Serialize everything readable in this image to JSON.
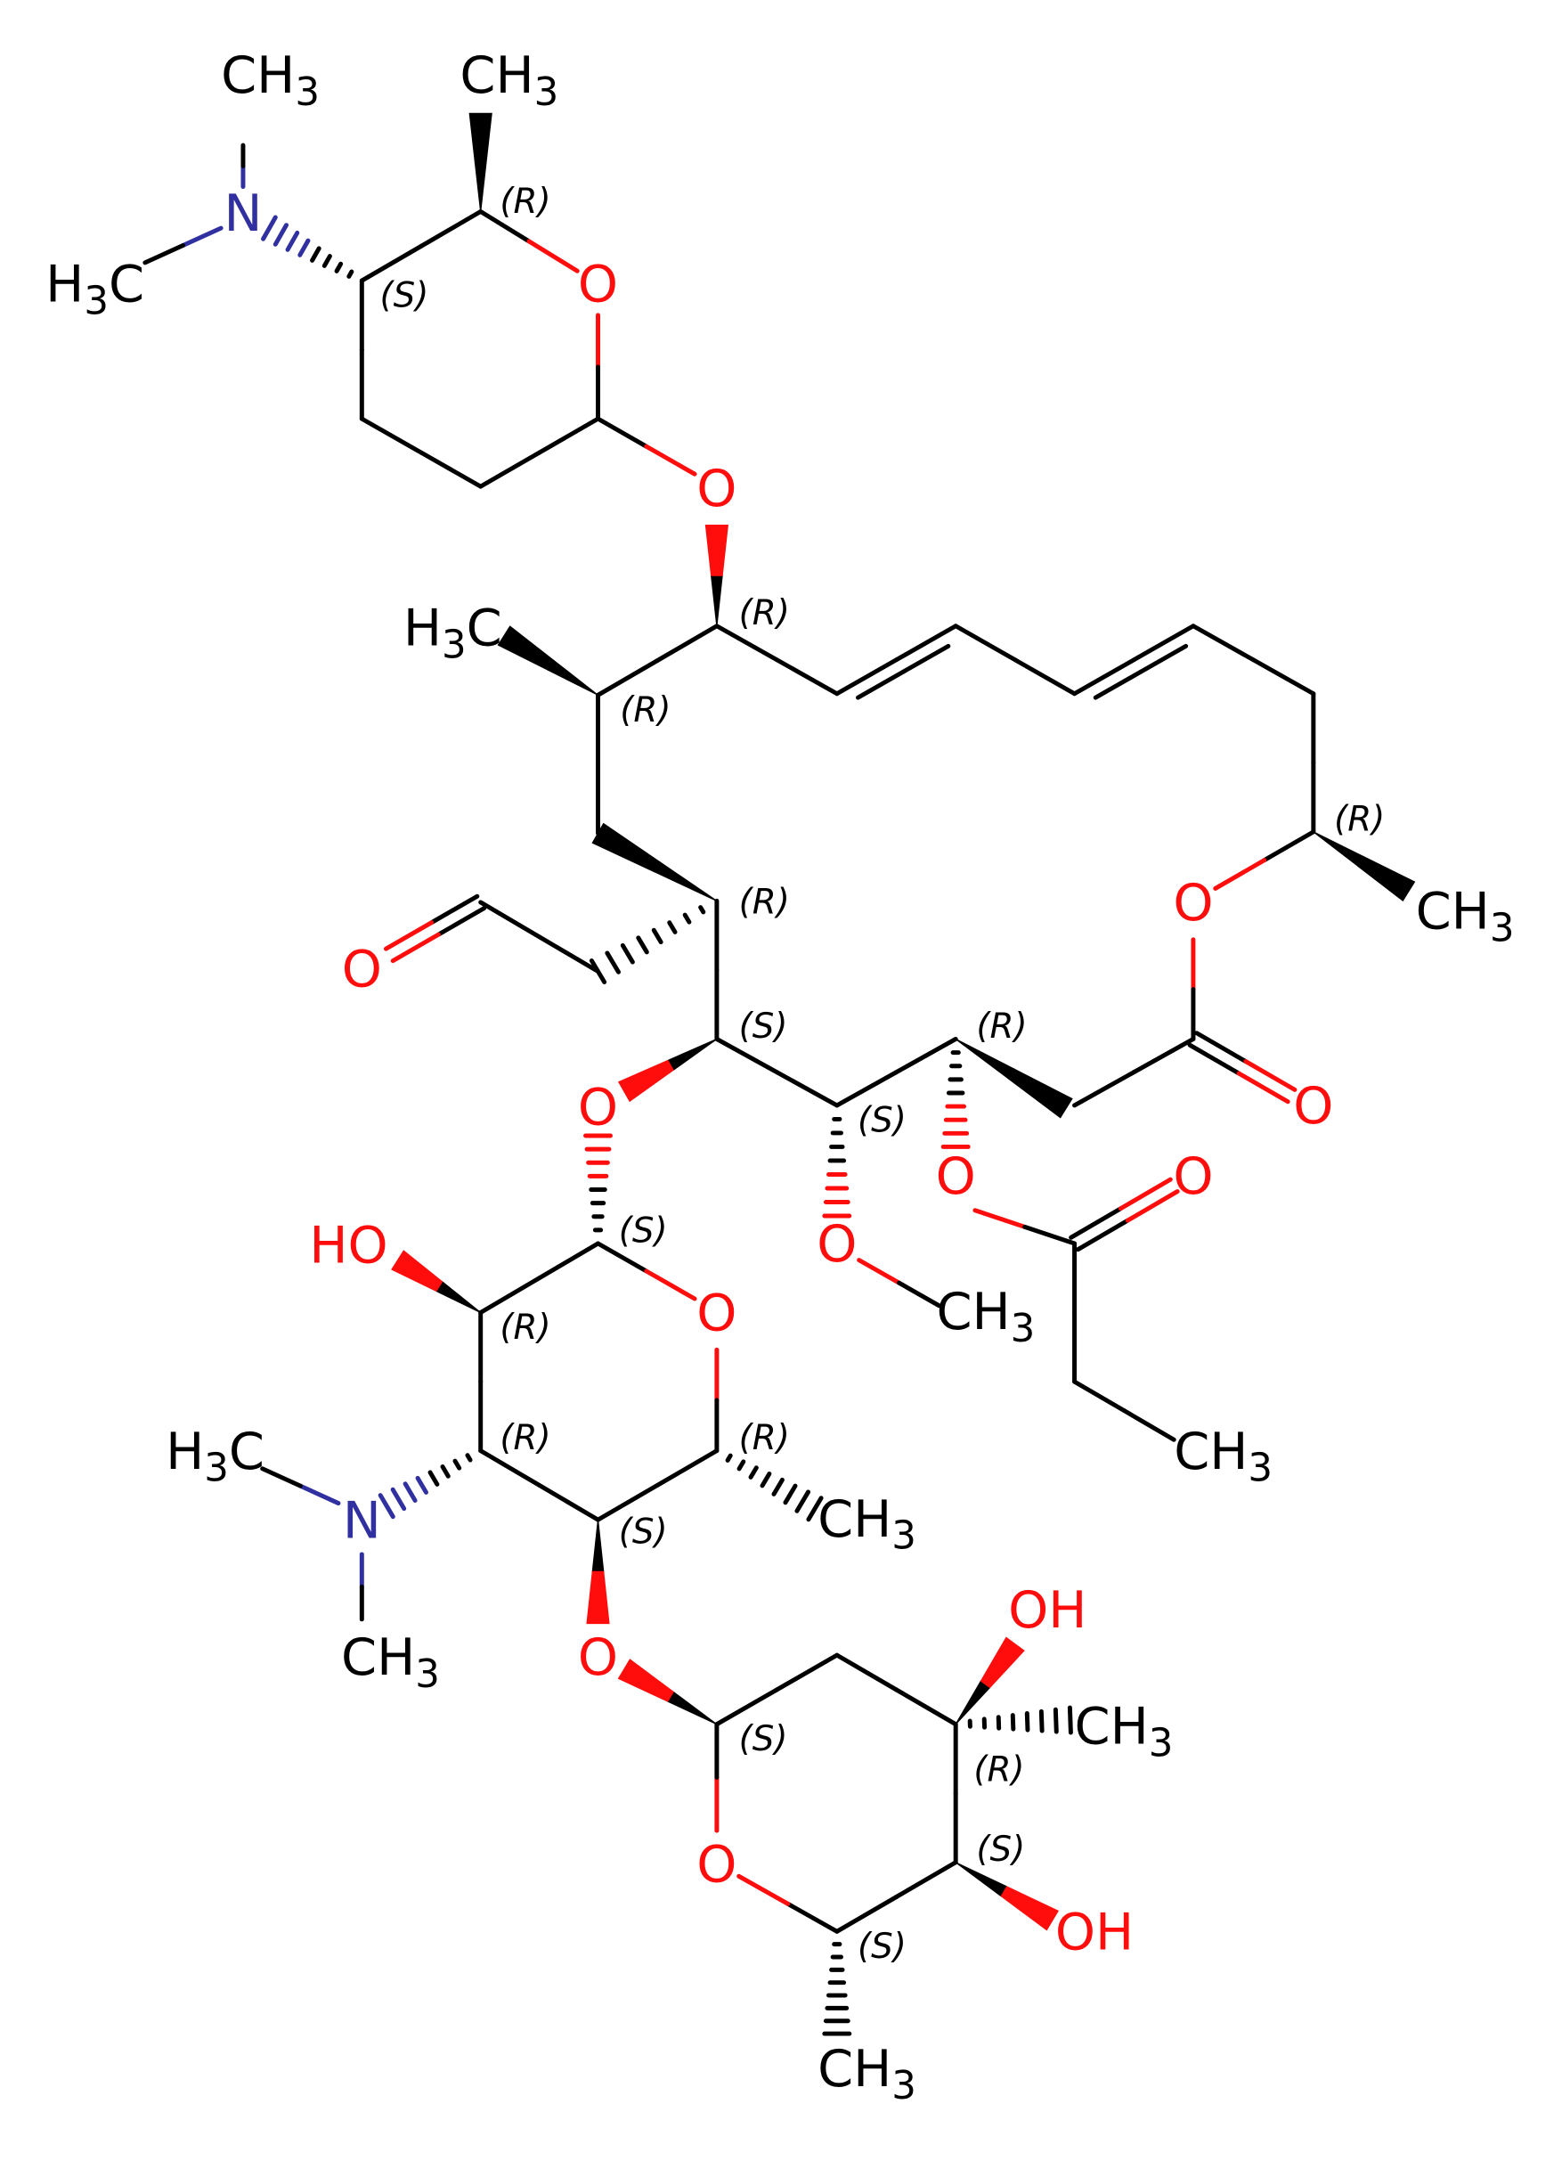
{
  "colors": {
    "carbon": "#000000",
    "oxygen": "#ff0d0d",
    "nitrogen": "#3030a0"
  },
  "atoms": {
    "n_top": "N",
    "ch3_top_n": "CH3",
    "h3c_top_n": "H3C",
    "ch3_top_ring": "CH3",
    "o_top_ring": "O",
    "o_link1": "O",
    "h3c_methyl": "H3C",
    "o_ester_ring": "O",
    "ch3_ring_r": "CH3",
    "o_carbonyl": "O",
    "o_aldehyde": "O",
    "o_link2": "O",
    "o_methoxy": "O",
    "ch3_methoxy": "CH3",
    "o_propionate": "O",
    "o_propionate_carbonyl": "O",
    "ch3_propionate": "CH3",
    "ho_sugar2": "HO",
    "o_sugar2_ring": "O",
    "h3c_n2": "H3C",
    "n_sugar2": "N",
    "ch3_n2": "CH3",
    "ch3_sugar2": "CH3",
    "o_link3": "O",
    "oh_sugar3_top": "OH",
    "ch3_sugar3": "CH3",
    "oh_sugar3_bottom": "OH",
    "o_sugar3_ring": "O",
    "ch3_sugar3_bottom": "CH3"
  },
  "stereo": [
    "(R)",
    "(S)",
    "(R)",
    "(R)",
    "(R)",
    "(R)",
    "(S)",
    "(R)",
    "(S)",
    "(S)",
    "(R)",
    "(R)",
    "(S)",
    "(R)",
    "(S)",
    "(R)",
    "(S)",
    "(S)"
  ]
}
